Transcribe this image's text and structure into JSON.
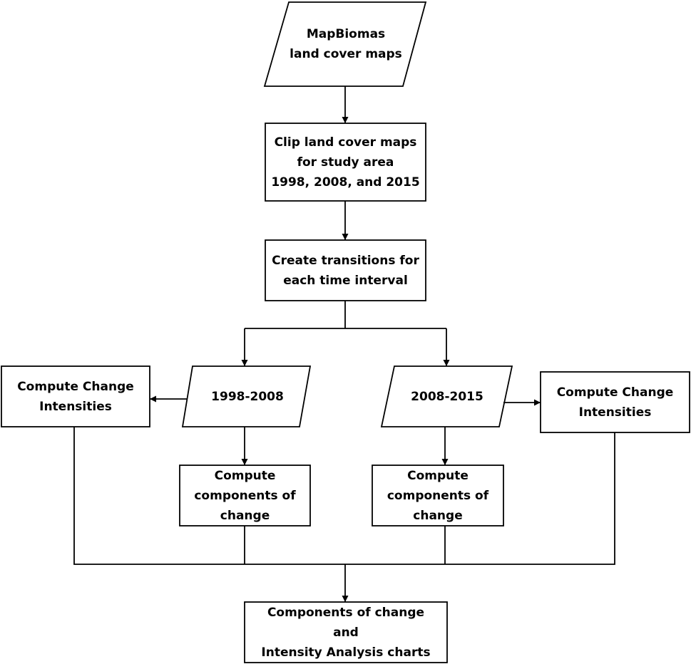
{
  "nodes": {
    "mapbiomas": {
      "shape": "parallelogram",
      "text": "MapBiomas\nland cover maps"
    },
    "clip": {
      "shape": "rectangle",
      "text": "Clip land cover maps\nfor study area\n1998,  2008,  and 2015"
    },
    "transitions": {
      "shape": "rectangle",
      "text": "Create transitions for\neach time interval"
    },
    "interval_1998_2008": {
      "shape": "parallelogram",
      "text": "1998-2008"
    },
    "interval_2008_2015": {
      "shape": "parallelogram",
      "text": "2008-2015"
    },
    "intensities_left": {
      "shape": "rectangle",
      "text": "Compute Change\nIntensities"
    },
    "intensities_right": {
      "shape": "rectangle",
      "text": "Compute Change\nIntensities"
    },
    "components_left": {
      "shape": "rectangle",
      "text": "Compute\ncomponents of\nchange"
    },
    "components_right": {
      "shape": "rectangle",
      "text": "Compute\ncomponents of\nchange"
    },
    "output": {
      "shape": "rectangle",
      "text": "Components of change\nand\nIntensity Analysis charts"
    }
  },
  "edges": [
    {
      "from": "mapbiomas",
      "to": "clip"
    },
    {
      "from": "clip",
      "to": "transitions"
    },
    {
      "from": "transitions",
      "to": "interval_1998_2008"
    },
    {
      "from": "transitions",
      "to": "interval_2008_2015"
    },
    {
      "from": "interval_1998_2008",
      "to": "intensities_left"
    },
    {
      "from": "interval_2008_2015",
      "to": "intensities_right"
    },
    {
      "from": "interval_1998_2008",
      "to": "components_left"
    },
    {
      "from": "interval_2008_2015",
      "to": "components_right"
    },
    {
      "from": "intensities_left",
      "to": "output"
    },
    {
      "from": "components_left",
      "to": "output"
    },
    {
      "from": "components_right",
      "to": "output"
    },
    {
      "from": "intensities_right",
      "to": "output"
    }
  ],
  "colors": {
    "stroke": "#000000",
    "fill": "#ffffff",
    "text": "#000000"
  }
}
